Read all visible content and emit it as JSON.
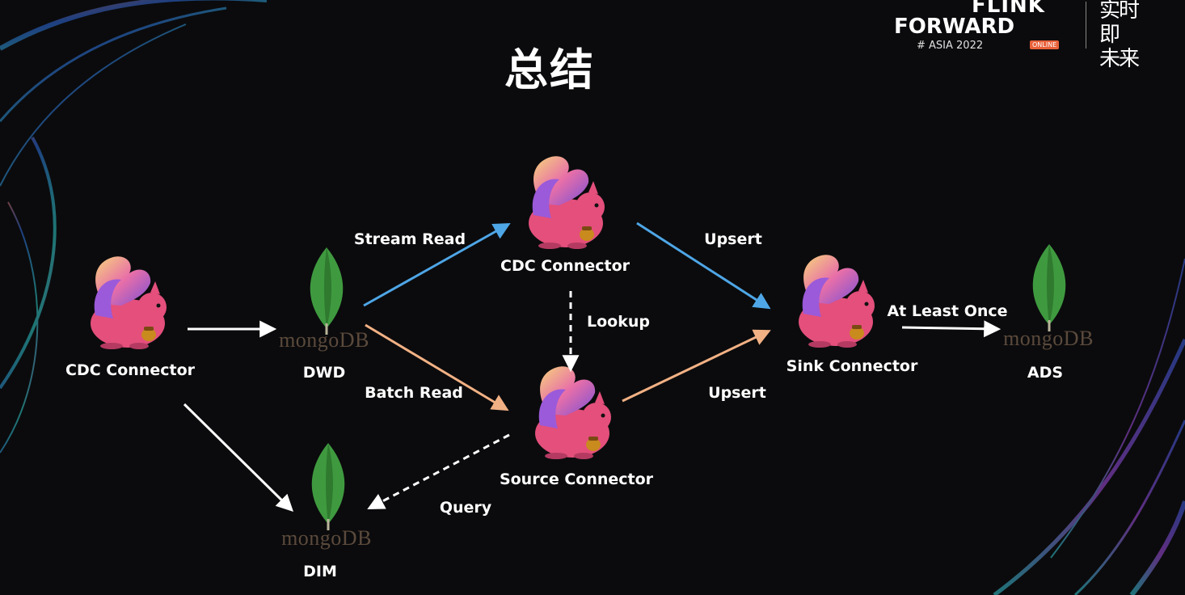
{
  "slide": {
    "title": "总结"
  },
  "brand": {
    "line1": "FLINK",
    "line2": "FORWARD",
    "line3": "# ASIA 2022",
    "badge": "ONLINE",
    "cn_line1": "实时即",
    "cn_line2": "未来"
  },
  "nodes": {
    "cdc_source": {
      "label": "CDC Connector"
    },
    "dwd": {
      "label": "DWD",
      "logo_text": "mongoDB"
    },
    "cdc_center": {
      "label": "CDC Connector"
    },
    "source_connector": {
      "label": "Source Connector"
    },
    "sink_connector": {
      "label": "Sink Connector"
    },
    "ads": {
      "label": "ADS",
      "logo_text": "mongoDB"
    },
    "dim": {
      "label": "DIM",
      "logo_text": "mongoDB"
    }
  },
  "edges": {
    "stream_read": "Stream Read",
    "batch_read": "Batch Read",
    "lookup": "Lookup",
    "upsert_top": "Upsert",
    "upsert_bottom": "Upsert",
    "at_least_once": "At Least Once",
    "query": "Query"
  },
  "colors": {
    "stream_arrow": "#4ea6e6",
    "batch_arrow": "#f2b184",
    "plain_arrow": "#ffffff",
    "leaf_green": "#3f9a3f",
    "squirrel_pink": "#e44f7c"
  }
}
